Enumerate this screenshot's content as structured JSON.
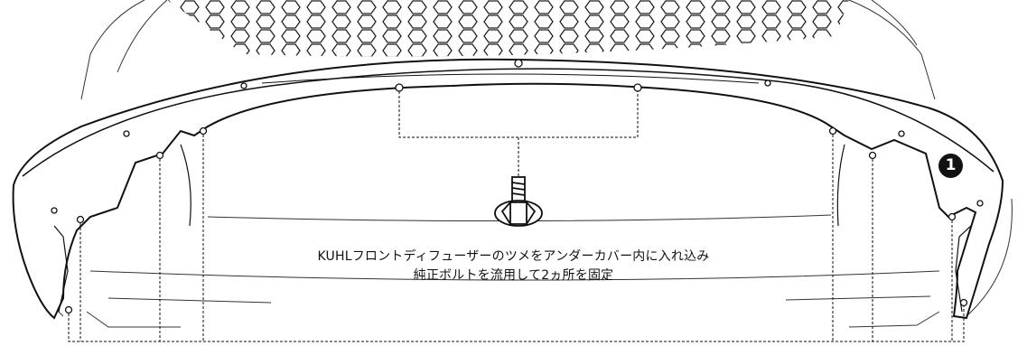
{
  "diagram": {
    "caption_line1": "KUHLフロントディフューザーのツメをアンダーカバー内に入れ込み",
    "caption_line2": "純正ボルトを流用して2ヵ所を固定",
    "step_number": "1"
  }
}
